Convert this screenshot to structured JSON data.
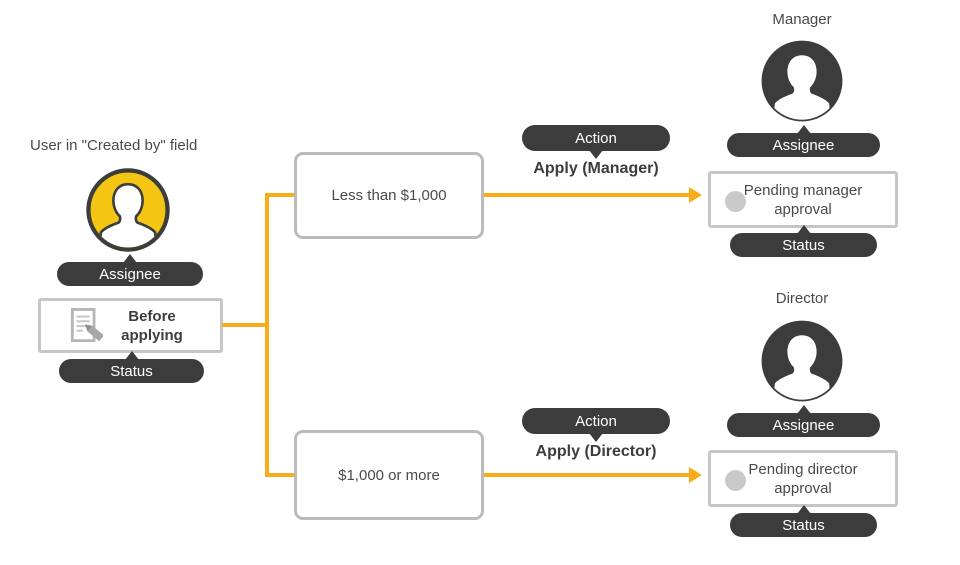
{
  "colors": {
    "avatar_yellow": "#F5C513",
    "connector": "#F9AC18",
    "dark": "#3C3C3C",
    "border_gray": "#C6C6C6",
    "border_gray2": "#BBBBBB",
    "text": "#4A4A4A",
    "dot_gray": "#C9C9C9"
  },
  "requester": {
    "caption": "User in \"Created by\" field",
    "avatar": "person-silhouette-yellow",
    "assignee_badge": "Assignee",
    "status_box_text": "Before applying",
    "status_box_icon": "document-edit-icon",
    "status_badge": "Status"
  },
  "conditions": [
    {
      "label": "Less than $1,000"
    },
    {
      "label": "$1,000 or more"
    }
  ],
  "actions": [
    {
      "badge": "Action",
      "label": "Apply (Manager)"
    },
    {
      "badge": "Action",
      "label": "Apply (Director)"
    }
  ],
  "approvers": [
    {
      "role": "Manager",
      "avatar": "person-silhouette-dark",
      "assignee_badge": "Assignee",
      "status_box_text": "Pending manager approval",
      "status_dot": "gray-status-dot",
      "status_badge": "Status"
    },
    {
      "role": "Director",
      "avatar": "person-silhouette-dark",
      "assignee_badge": "Assignee",
      "status_box_text": "Pending director approval",
      "status_dot": "gray-status-dot",
      "status_badge": "Status"
    }
  ]
}
